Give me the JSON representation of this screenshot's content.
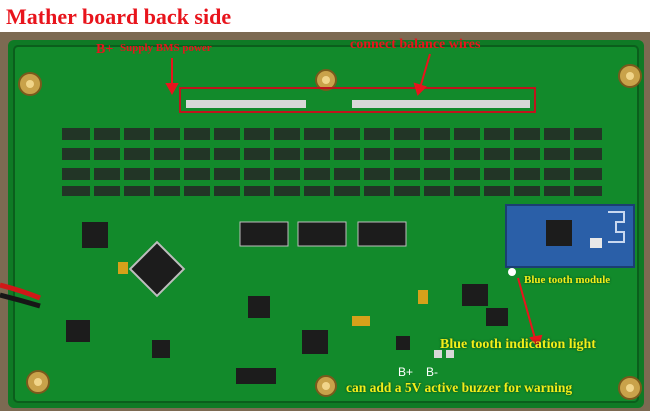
{
  "title": "Mather board back side",
  "labels": {
    "b_plus_top": "B+",
    "supply_bms": "Supply BMS power",
    "connect_balance": "connect balance wires",
    "bluetooth_module": "Blue tooth module",
    "bluetooth_light": "Blue tooth indication light",
    "b_plus_bottom": "B+",
    "b_minus_bottom": "B-",
    "buzzer": "can add a 5V active buzzer for warning"
  },
  "colors": {
    "accent_red": "#e8141c",
    "label_yellow": "#f2ee1a",
    "pcb_green": "#0f7a25",
    "bt_module_blue": "#2a5fa8"
  }
}
